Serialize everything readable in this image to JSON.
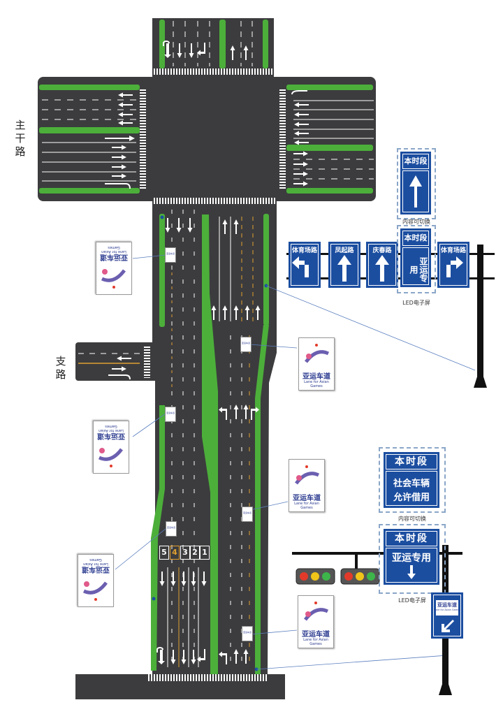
{
  "labels": {
    "main_road": "主干路",
    "branch_road": "支路",
    "content_switch_top": "内容可切换",
    "content_switch_bottom": "内容可切换",
    "led_screen_top": "LED电子屏",
    "led_screen_bottom": "LED电子屏"
  },
  "overhead_sign": {
    "panels": [
      {
        "name": "体育场路",
        "arrow": "turn-left-arrow"
      },
      {
        "name": "凤起路",
        "arrow": "straight-arrow"
      },
      {
        "name": "庆春路",
        "arrow": "straight-arrow"
      },
      {
        "name": "体育场路",
        "arrow": "turn-right-arrow"
      }
    ]
  },
  "led_top": {
    "state1_title": "本时段",
    "state2_title": "本时段",
    "state2_text": "亚运专用"
  },
  "led_bottom": {
    "state1_title": "本时段",
    "state1_line1": "社会车辆",
    "state1_line2": "允许借用",
    "state2_title": "本时段",
    "state2_text": "亚运专用"
  },
  "pole_sign": {
    "title": "亚运车道",
    "subtitle": "Lane for Asian Games"
  },
  "poster": {
    "title": "亚运车道",
    "subtitle": "Lane for Asian Games",
    "mini_text": "亚运车道"
  },
  "lane_numbers": [
    "5",
    "4",
    "3",
    "2",
    "1"
  ],
  "colors": {
    "asphalt": "#3c3c3e",
    "median": "#4caf3a",
    "sign_blue": "#1c4ea0",
    "lane_yellow": "#e0a030",
    "pole": "#111111"
  }
}
